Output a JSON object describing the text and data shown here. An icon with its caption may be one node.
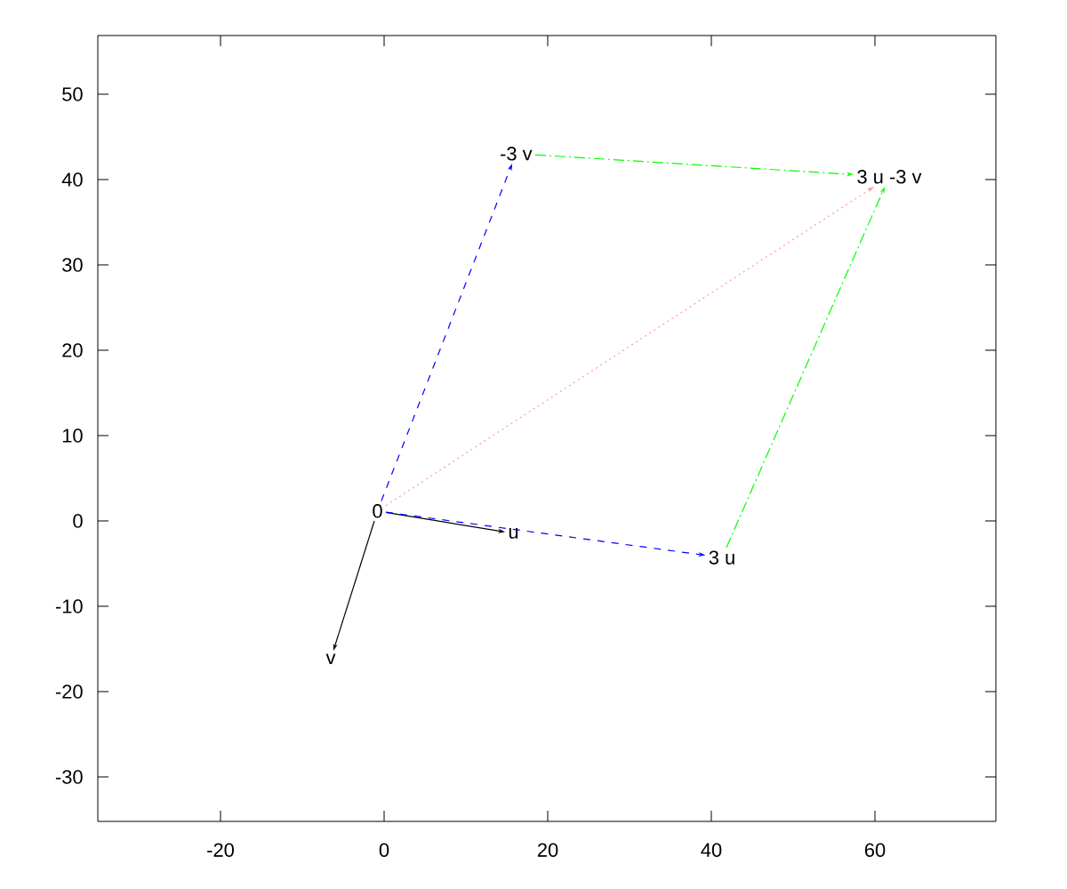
{
  "diagram": {
    "nodes": [
      {
        "text": [
          "0"
        ]
      },
      {
        "text": [
          "u"
        ]
      },
      {
        "text": [
          "v"
        ]
      },
      {
        "text": [
          "3 u"
        ]
      },
      {
        "text": [
          "-3 v"
        ]
      },
      {
        "text": [
          "3 u -3 v"
        ]
      }
    ],
    "edges": [
      {
        "from": 0,
        "to": 1,
        "arrow": "to",
        "color": "#000000"
      },
      {
        "from": 0,
        "to": 2,
        "arrow": "to",
        "color": "#000000"
      },
      {
        "from": 0,
        "to": 3,
        "arrow": "to",
        "style": "dashed",
        "color": "#0000ff"
      },
      {
        "from": 0,
        "to": 4,
        "arrow": "to",
        "style": "dashed",
        "color": "#0000ff"
      },
      {
        "from": 4,
        "to": 5,
        "arrow": "to",
        "style": "dashed",
        "color": "#00ff00"
      },
      {
        "from": 3,
        "to": 5,
        "arrow": "to",
        "style": "dashed",
        "color": "#00ff00"
      },
      {
        "from": 0,
        "to": 5,
        "arrow": "to",
        "style": "dashed",
        "color": "#ff9999"
      }
    ],
    "labels": [
      "50",
      "40",
      "30",
      "20",
      "10",
      "0",
      "-10",
      "-20",
      "-30",
      "-20",
      "0",
      "20",
      "40",
      "60"
    ]
  }
}
